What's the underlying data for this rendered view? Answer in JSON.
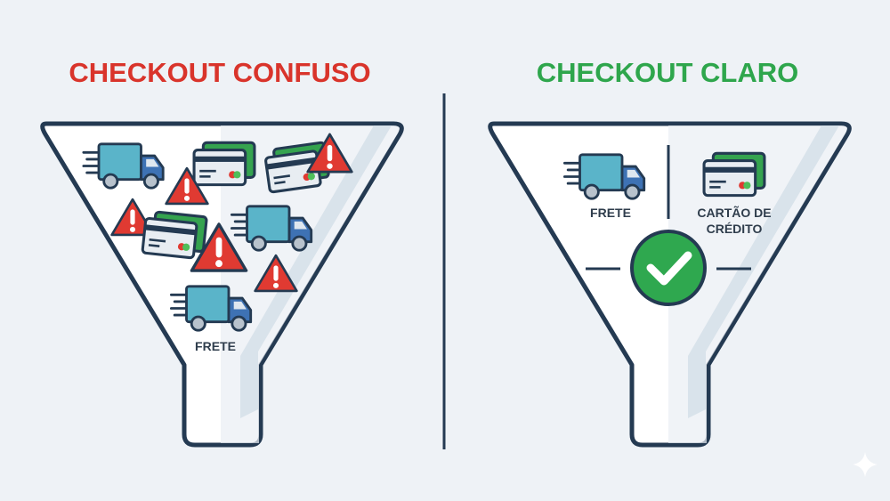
{
  "left_panel": {
    "title": "CHECKOUT CONFUSO",
    "label": "FRETE",
    "title_color": "#d9342b",
    "icons": [
      "truck-icon",
      "credit-card-icon",
      "warning-icon"
    ]
  },
  "right_panel": {
    "title": "CHECKOUT CLARO",
    "shipping_label": "FRETE",
    "card_label_line1": "CARTÃO DE",
    "card_label_line2": "CRÉDITO",
    "title_color": "#2ea64c",
    "icons": [
      "truck-icon",
      "credit-card-icon",
      "checkmark-icon"
    ]
  },
  "colors": {
    "outline": "#243a52",
    "truck_body": "#5ab4c9",
    "truck_cab": "#3e72b4",
    "card_green": "#35a34f",
    "warning_red": "#e03a32",
    "check_green": "#2fa84f"
  }
}
